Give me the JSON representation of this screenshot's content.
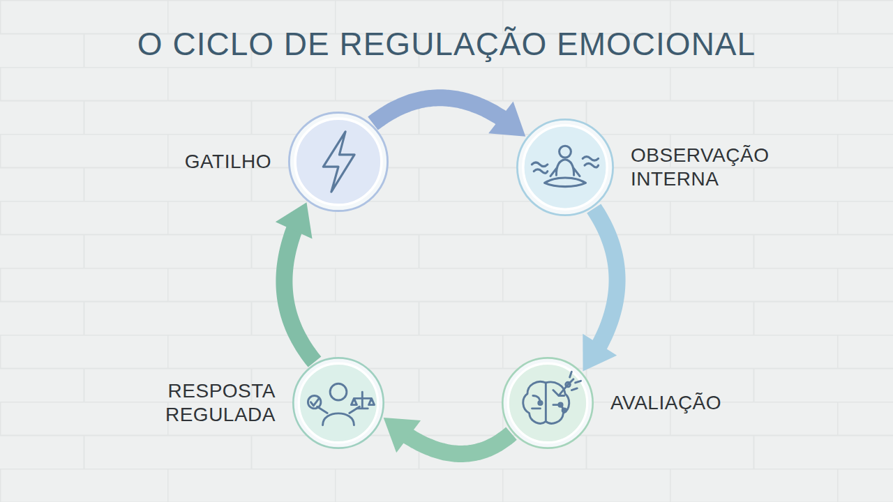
{
  "diagram": {
    "title": "O CICLO DE REGULAÇÃO EMOCIONAL",
    "nodes": [
      {
        "text": [
          "GATILHO"
        ]
      },
      {
        "text": [
          "OBSERVAÇÃO INTERNA"
        ]
      },
      {
        "text": [
          "AVALIAÇÃO"
        ]
      },
      {
        "text": [
          "RESPOSTA REGULADA"
        ]
      }
    ],
    "edges": [
      {
        "from": 0,
        "to": 1,
        "arrow": "to"
      },
      {
        "from": 1,
        "to": 2,
        "arrow": "to"
      },
      {
        "from": 2,
        "to": 3,
        "arrow": "to"
      },
      {
        "from": 3,
        "to": 0,
        "arrow": "to"
      }
    ]
  }
}
